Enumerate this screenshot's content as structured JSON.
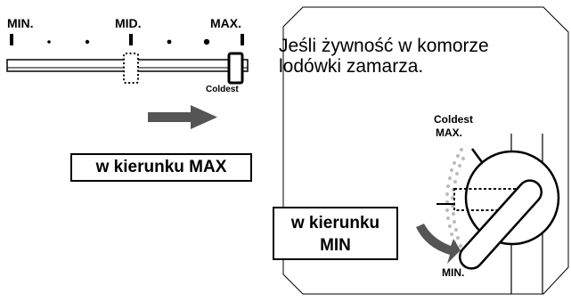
{
  "slider": {
    "label_min": "MIN.",
    "label_mid": "MID.",
    "label_max": "MAX.",
    "label_coldest": "Coldest",
    "direction_label": "w kierunku MAX"
  },
  "note": {
    "line1": "Jeśli żywność w komorze",
    "line2": "lodówki zamarza."
  },
  "dial": {
    "label_coldest": "Coldest",
    "label_max": "MAX.",
    "label_min": "MIN.",
    "direction_label_line1": "w kierunku",
    "direction_label_line2": "MIN"
  },
  "colors": {
    "ink": "#000000",
    "arrow": "#555555",
    "dots": "#bbbbbb",
    "background": "#ffffff"
  }
}
